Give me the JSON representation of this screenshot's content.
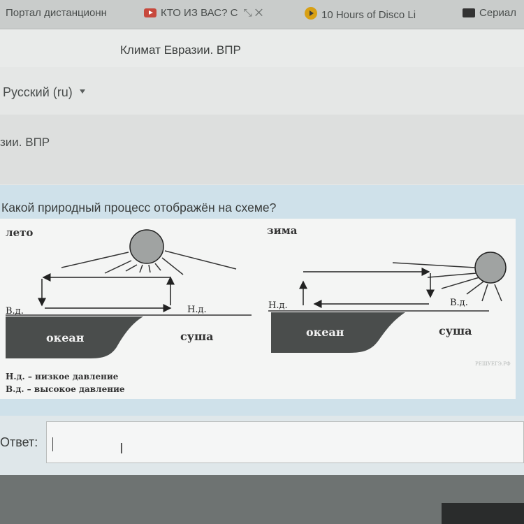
{
  "bookmarks": [
    {
      "label": "Портал дистанционн",
      "icon": "none"
    },
    {
      "label": "КТО ИЗ ВАС? С",
      "icon": "youtube-icon"
    },
    {
      "label": "10 Hours of Disco Li",
      "icon": "play-icon"
    },
    {
      "label": "Сериал",
      "icon": "tv-icon"
    }
  ],
  "page_title": "Климат Евразии. ВПР",
  "language": "Русский (ru)",
  "breadcrumb": "зии. ВПР",
  "question": "Какой природный процесс отображён на схеме?",
  "figure": {
    "summer": {
      "title": "лето",
      "high_pressure": "В.д.",
      "low_pressure": "Н.д.",
      "ocean": "океан",
      "land": "суша"
    },
    "winter": {
      "title": "зима",
      "low_pressure": "Н.д.",
      "high_pressure": "В.д.",
      "ocean": "океан",
      "land": "суша"
    },
    "legend_low": "Н.д. – низкое давление",
    "legend_high": "В.д. – высокое давление",
    "watermark": "РЕШУЕГЭ.РФ"
  },
  "answer": {
    "label": "Ответ:",
    "value": ""
  },
  "colors": {
    "ocean": "#4a4d4c",
    "sun": "#a0a3a2",
    "card": "#cfe1ea"
  }
}
